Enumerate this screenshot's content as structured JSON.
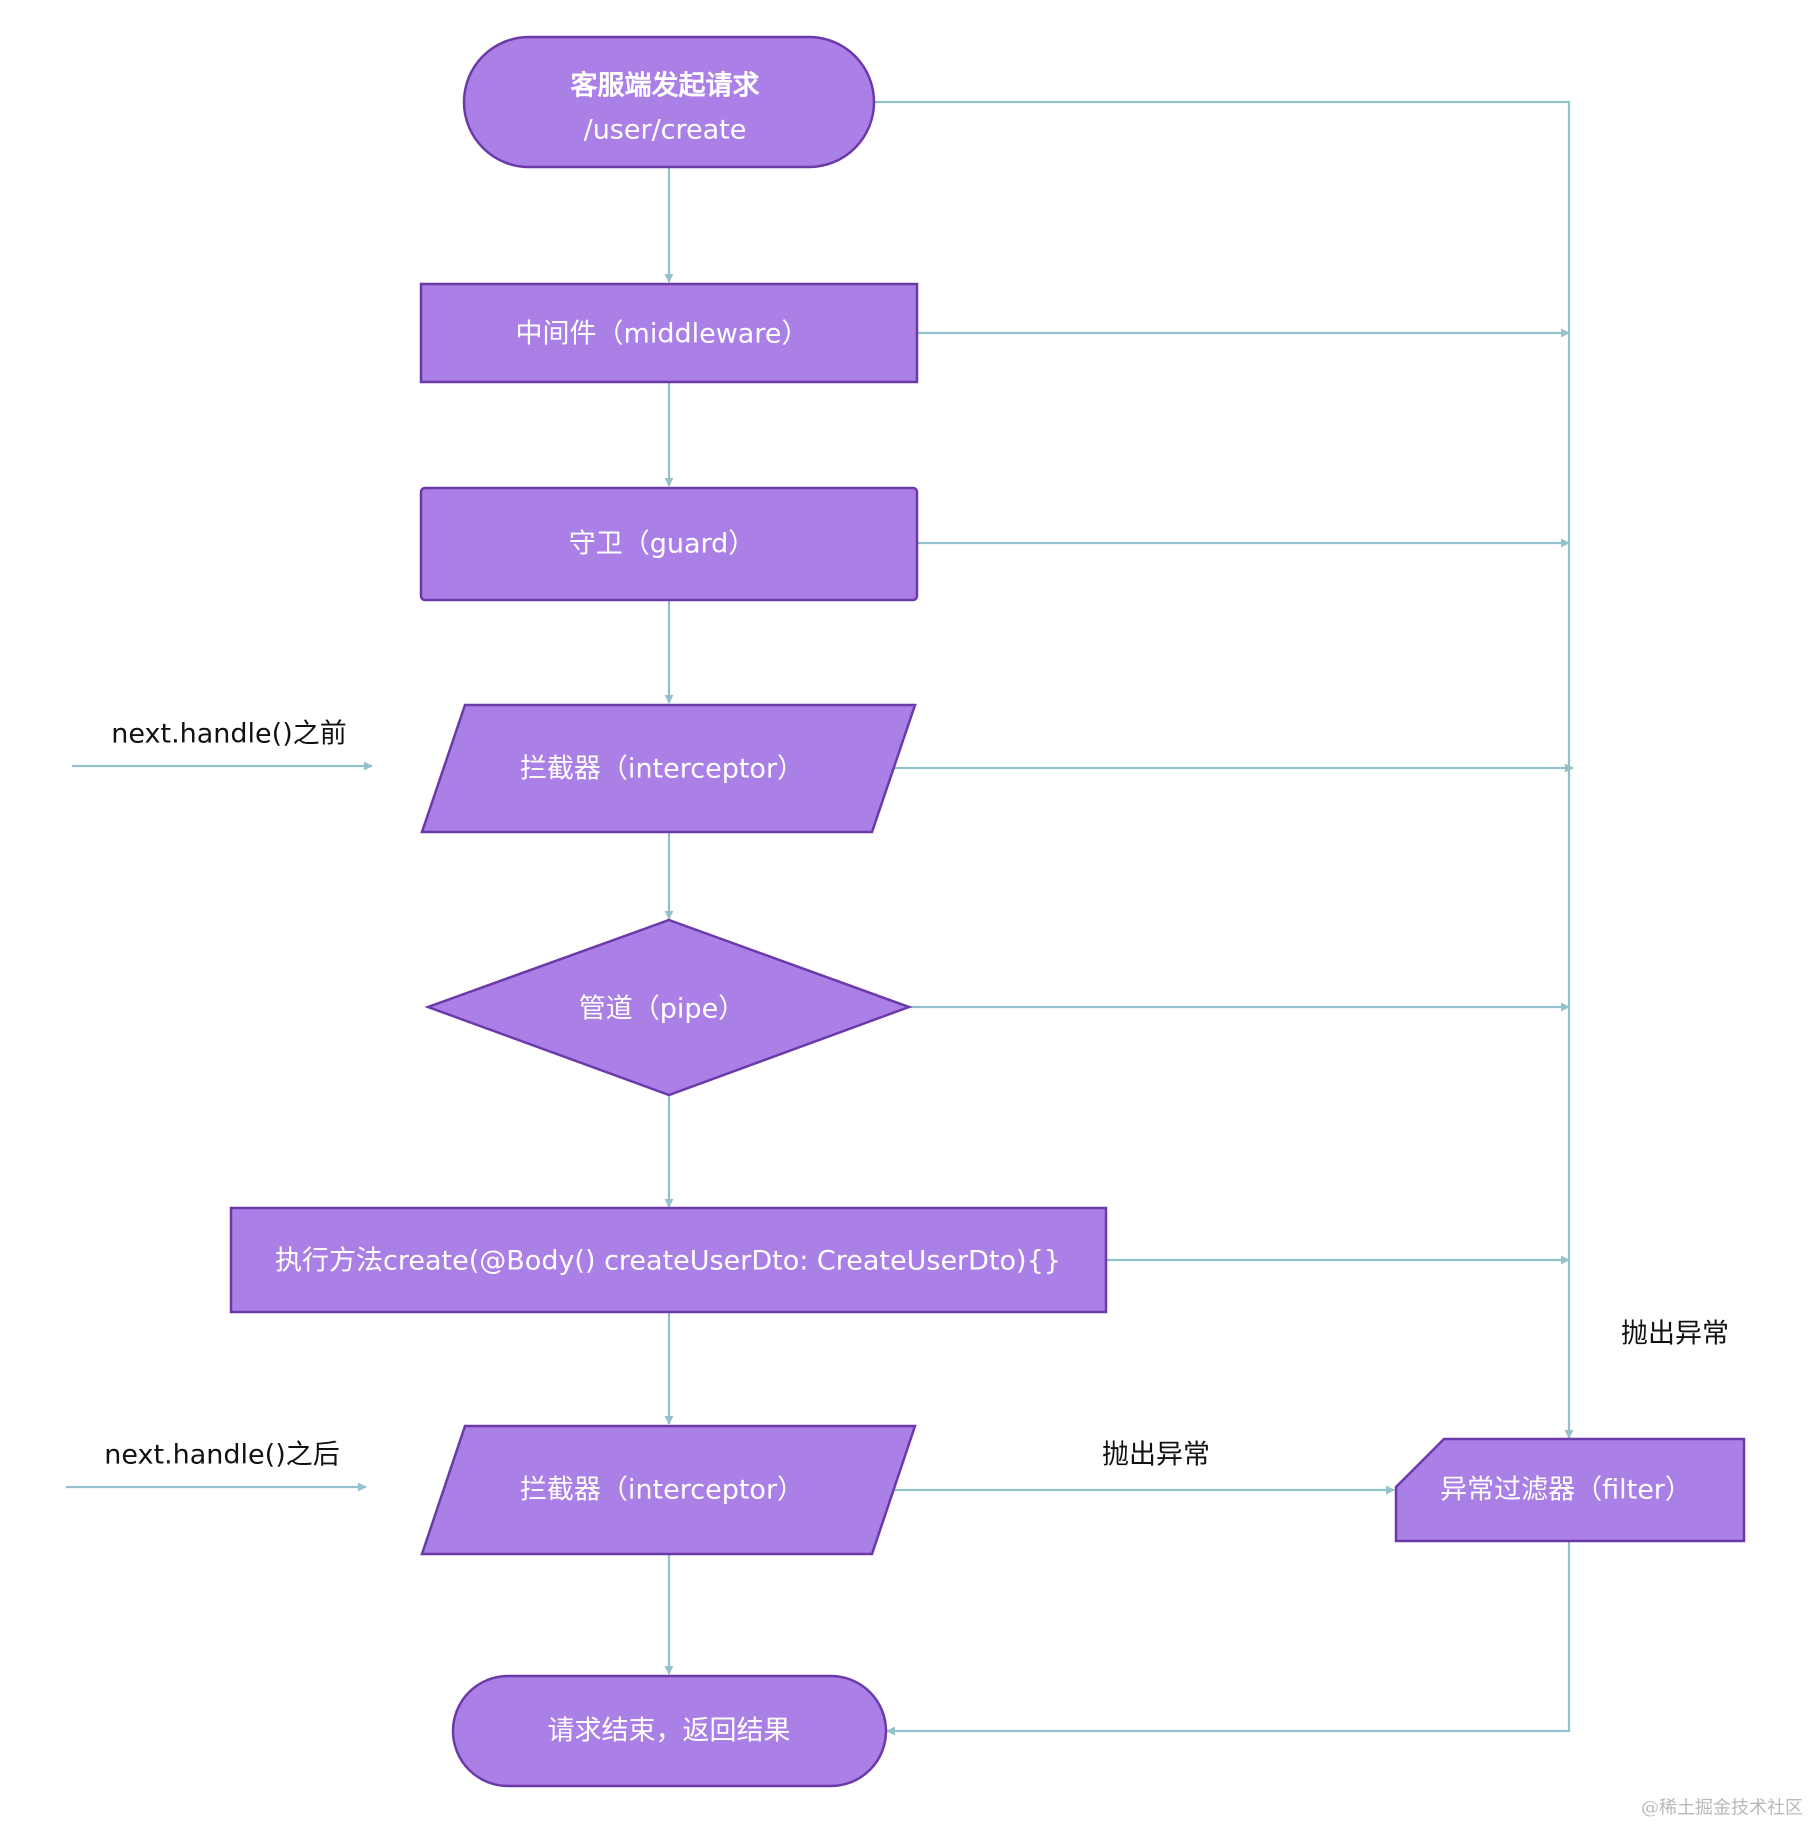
{
  "nodes": {
    "start": {
      "line1": "客服端发起请求",
      "line2": "/user/create"
    },
    "middleware": {
      "label": "中间件（middleware）"
    },
    "guard": {
      "label": "守卫（guard）"
    },
    "interceptor_before": {
      "label": "拦截器（interceptor）"
    },
    "pipe": {
      "label": "管道（pipe）"
    },
    "handler": {
      "label": "执行方法create(@Body() createUserDto: CreateUserDto){}"
    },
    "interceptor_after": {
      "label": "拦截器（interceptor）"
    },
    "filter": {
      "label": "异常过滤器（filter）"
    },
    "end": {
      "label": "请求结束，返回结果"
    }
  },
  "labels": {
    "before": "next.handle()之前",
    "after": "next.handle()之后",
    "throw_right": "抛出异常",
    "throw_bottom": "抛出异常"
  },
  "watermark": "@稀土掘金技术社区",
  "colors": {
    "node_fill": "#ab80e6",
    "node_stroke": "#6b3aa8",
    "edge": "#93c1cc"
  }
}
